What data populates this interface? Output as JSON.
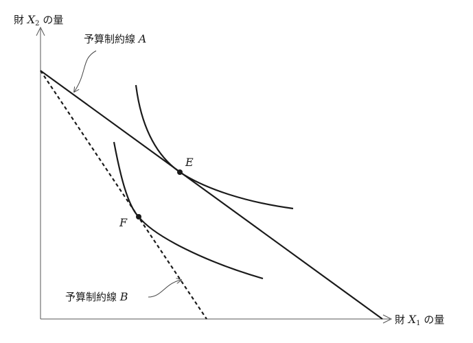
{
  "axes": {
    "y_label_prefix": "財 ",
    "y_var": "X",
    "y_sub": "2",
    "y_label_suffix": " の量",
    "x_label_prefix": "財 ",
    "x_var": "X",
    "x_sub": "1",
    "x_label_suffix": " の量"
  },
  "budget_lines": [
    {
      "label_text": "予算制約線 ",
      "label_var": "A",
      "style": "solid"
    },
    {
      "label_text": "予算制約線 ",
      "label_var": "B",
      "style": "dashed"
    }
  ],
  "points": [
    {
      "label": "E"
    },
    {
      "label": "F"
    }
  ],
  "colors": {
    "ink": "#1a1a1a",
    "axis": "#555555"
  }
}
